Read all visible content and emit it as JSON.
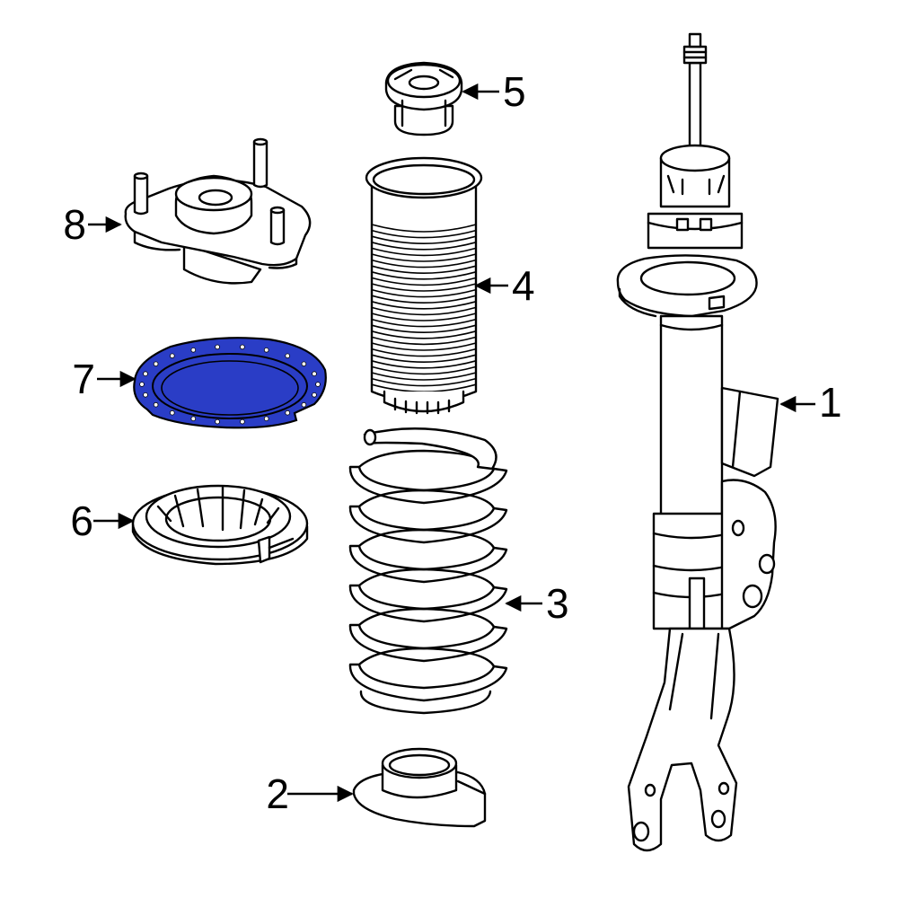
{
  "diagram": {
    "highlight_color": "#2a3dc6",
    "callouts": [
      {
        "id": "1",
        "text": "1",
        "part": "strut-assembly"
      },
      {
        "id": "2",
        "text": "2",
        "part": "lower-spring-seat"
      },
      {
        "id": "3",
        "text": "3",
        "part": "coil-spring"
      },
      {
        "id": "4",
        "text": "4",
        "part": "dust-boot"
      },
      {
        "id": "5",
        "text": "5",
        "part": "bump-stop"
      },
      {
        "id": "6",
        "text": "6",
        "part": "upper-spring-seat"
      },
      {
        "id": "7",
        "text": "7",
        "part": "spring-insulator",
        "highlighted": true
      },
      {
        "id": "8",
        "text": "8",
        "part": "strut-mount"
      }
    ]
  }
}
